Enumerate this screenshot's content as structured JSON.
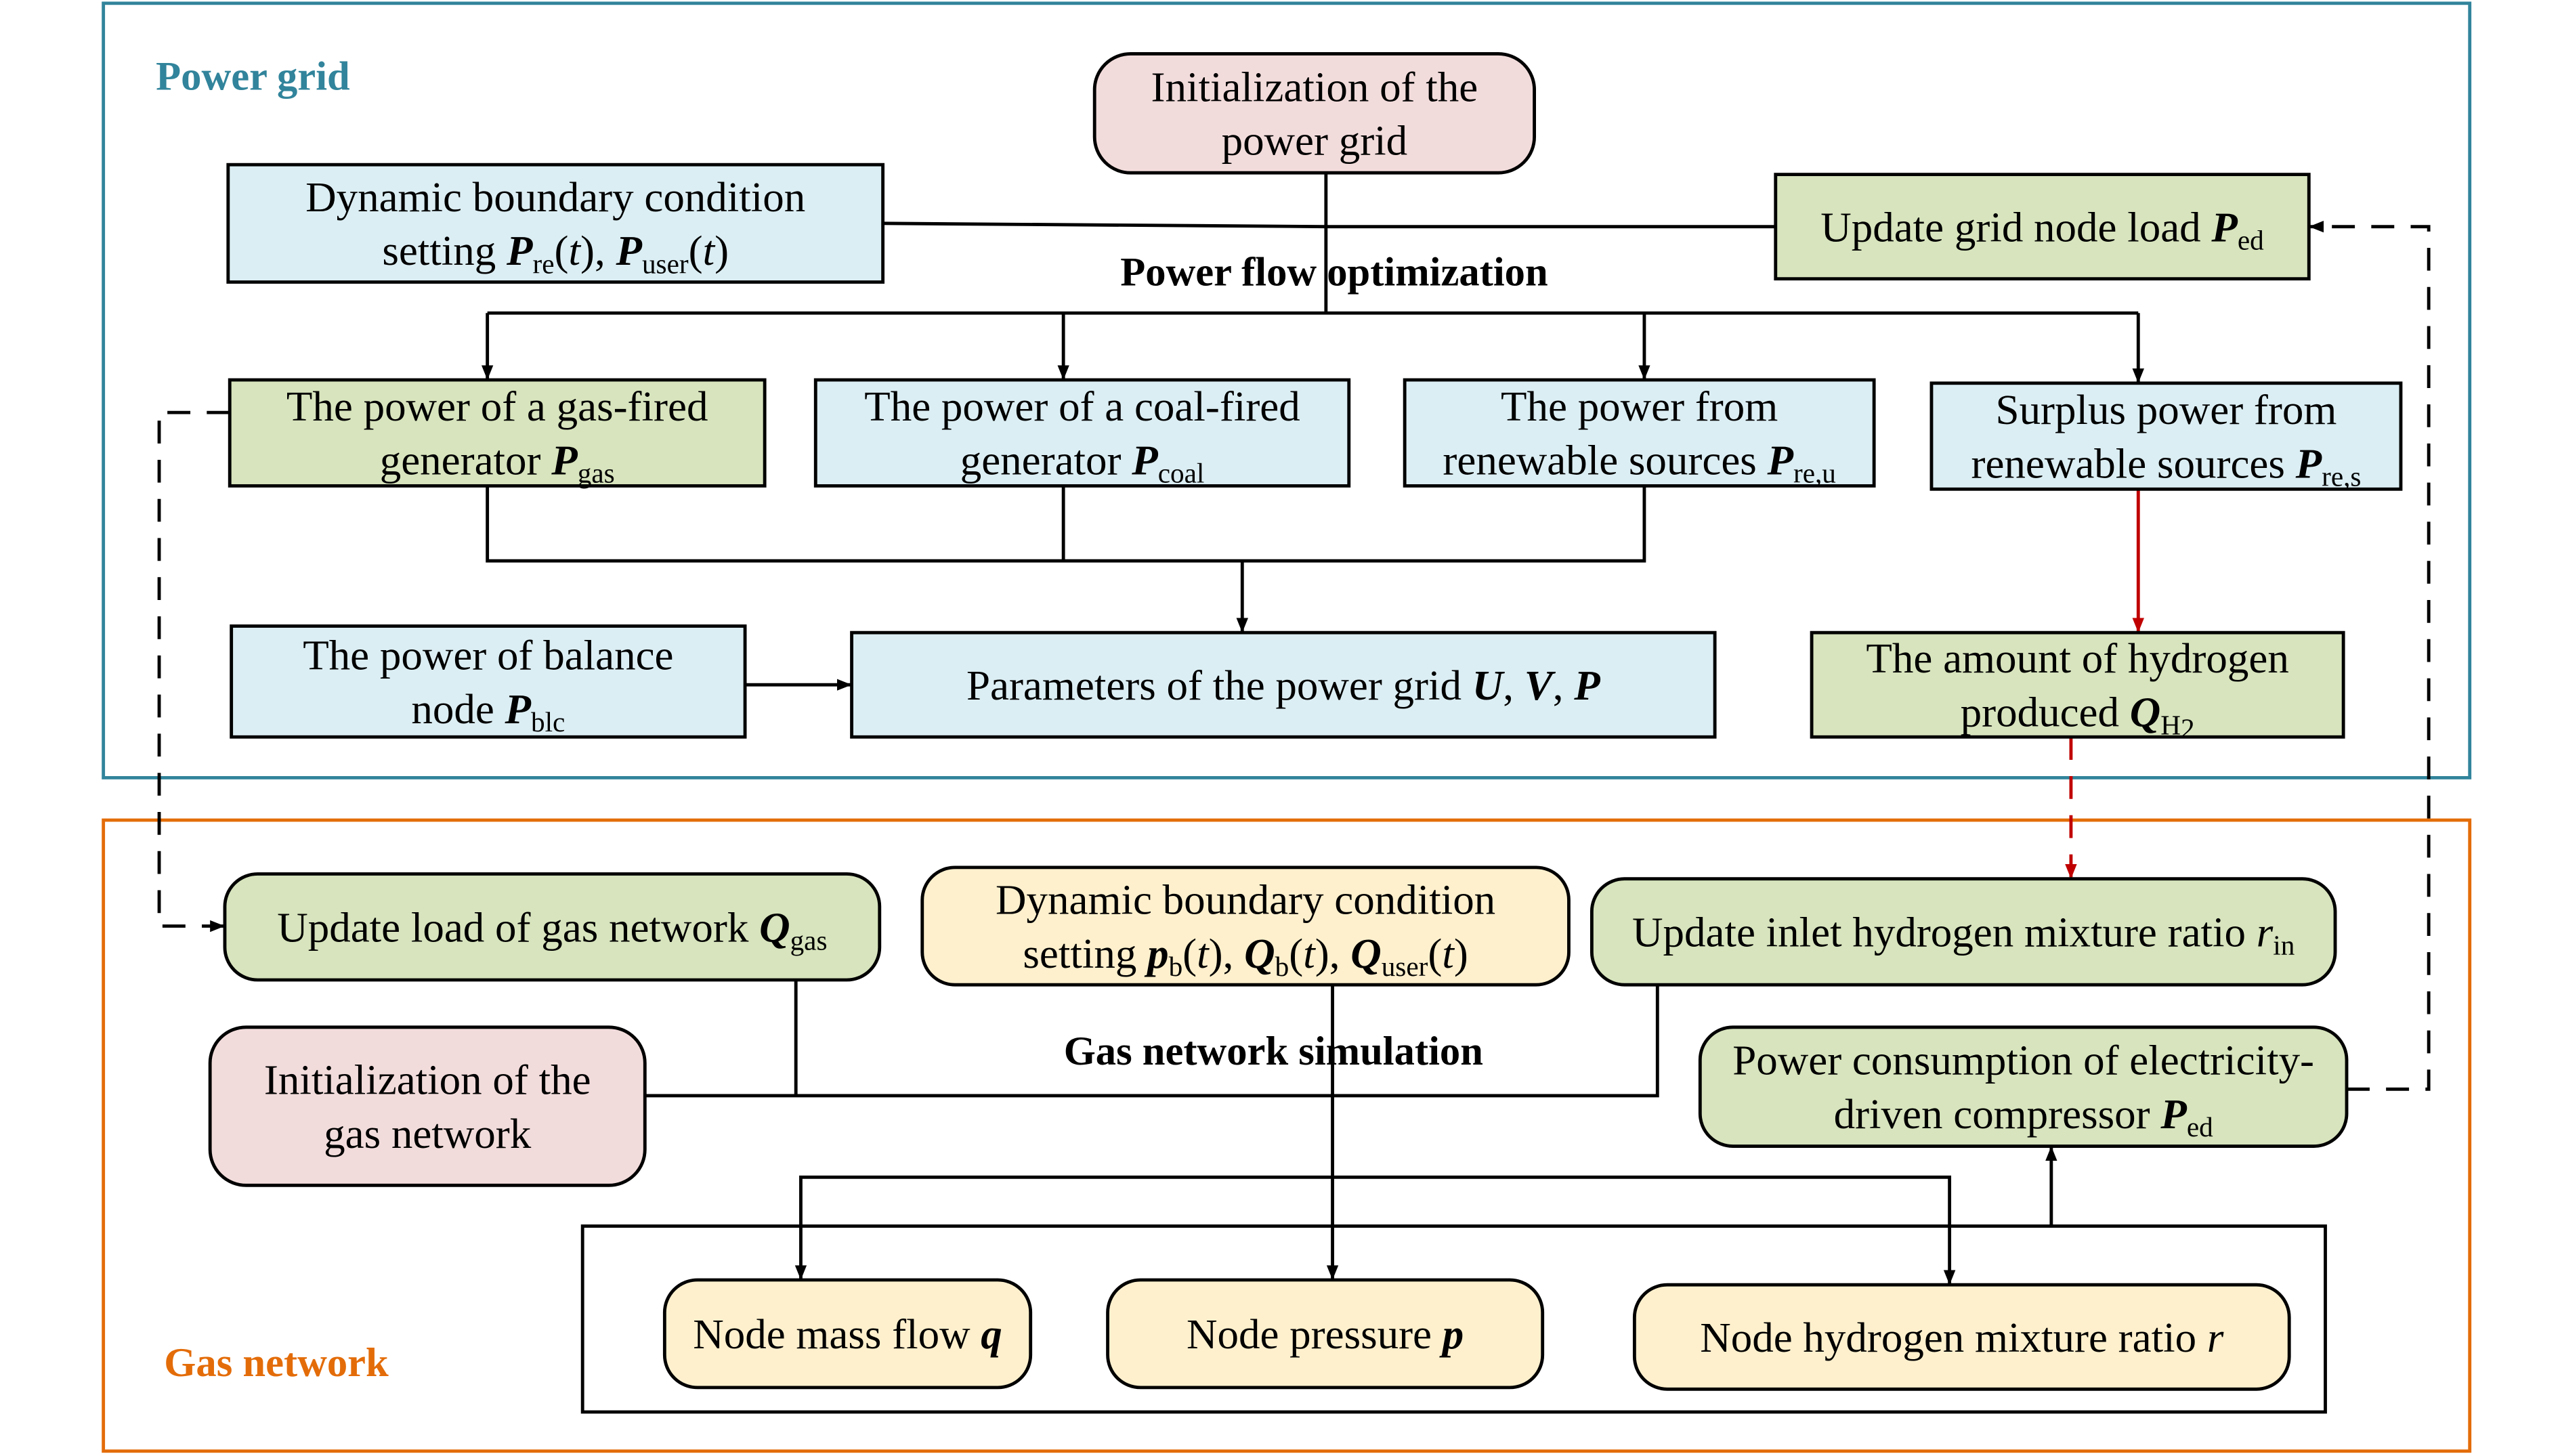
{
  "sections": {
    "power_grid": {
      "label": "Power grid",
      "color": "#31849b",
      "process_title": "Power flow optimization"
    },
    "gas_network": {
      "label": "Gas network",
      "color": "#e36c09",
      "process_title": "Gas network simulation"
    }
  },
  "colors": {
    "pink": "#f2dcdb",
    "blue": "#dbeef3",
    "green": "#d7e4bd",
    "yellow": "#fef0cd",
    "red_arrow": "#c00000",
    "stroke": "#000000"
  },
  "nodes": {
    "init_grid": {
      "lines": [
        [
          {
            "t": "Initialization of the"
          }
        ],
        [
          {
            "t": "power grid"
          }
        ]
      ]
    },
    "dyn_grid": {
      "lines": [
        [
          {
            "t": "Dynamic boundary condition"
          }
        ],
        [
          {
            "t": "setting "
          },
          {
            "t": "P",
            "v": 1
          },
          {
            "t": "re",
            "s": 1
          },
          {
            "t": "("
          },
          {
            "t": "t",
            "i": 1
          },
          {
            "t": "), "
          },
          {
            "t": "P",
            "v": 1
          },
          {
            "t": "user",
            "s": 1
          },
          {
            "t": "("
          },
          {
            "t": "t",
            "i": 1
          },
          {
            "t": ")"
          }
        ]
      ]
    },
    "update_grid_load": {
      "lines": [
        [
          {
            "t": "Update grid node load "
          },
          {
            "t": "P",
            "v": 1
          },
          {
            "t": "ed",
            "s": 1
          }
        ]
      ]
    },
    "gas_gen": {
      "lines": [
        [
          {
            "t": "The power of a gas-fired"
          }
        ],
        [
          {
            "t": "generator "
          },
          {
            "t": "P",
            "v": 1
          },
          {
            "t": "gas",
            "s": 1
          }
        ]
      ]
    },
    "coal_gen": {
      "lines": [
        [
          {
            "t": "The power of a coal-fired"
          }
        ],
        [
          {
            "t": "generator "
          },
          {
            "t": "P",
            "v": 1
          },
          {
            "t": "coal",
            "s": 1
          }
        ]
      ]
    },
    "re_used": {
      "lines": [
        [
          {
            "t": "The  power from"
          }
        ],
        [
          {
            "t": "renewable sources "
          },
          {
            "t": "P",
            "v": 1
          },
          {
            "t": "re,u",
            "s": 1
          }
        ]
      ]
    },
    "re_surplus": {
      "lines": [
        [
          {
            "t": "Surplus  power from"
          }
        ],
        [
          {
            "t": "renewable sources "
          },
          {
            "t": "P",
            "v": 1
          },
          {
            "t": "re,s",
            "s": 1
          }
        ]
      ]
    },
    "balance": {
      "lines": [
        [
          {
            "t": "The power of balance"
          }
        ],
        [
          {
            "t": "node "
          },
          {
            "t": "P",
            "v": 1
          },
          {
            "t": "blc",
            "s": 1
          }
        ]
      ]
    },
    "params": {
      "lines": [
        [
          {
            "t": "Parameters of the power grid "
          },
          {
            "t": "U",
            "v": 1
          },
          {
            "t": ", "
          },
          {
            "t": "V",
            "v": 1
          },
          {
            "t": ", "
          },
          {
            "t": "P",
            "v": 1
          }
        ]
      ]
    },
    "hydrogen": {
      "lines": [
        [
          {
            "t": "The amount of hydrogen"
          }
        ],
        [
          {
            "t": "produced "
          },
          {
            "t": "Q",
            "v": 1
          },
          {
            "t": "H",
            "s": 1
          },
          {
            "t": "2",
            "ss": 1
          }
        ]
      ]
    },
    "update_gas_load": {
      "lines": [
        [
          {
            "t": "Update load of gas network "
          },
          {
            "t": "Q",
            "v": 1
          },
          {
            "t": "gas",
            "s": 1
          }
        ]
      ]
    },
    "dyn_gas": {
      "lines": [
        [
          {
            "t": "Dynamic boundary condition"
          }
        ],
        [
          {
            "t": "setting "
          },
          {
            "t": "p",
            "v": 1
          },
          {
            "t": "b",
            "s": 1
          },
          {
            "t": "("
          },
          {
            "t": "t",
            "i": 1
          },
          {
            "t": "), "
          },
          {
            "t": "Q",
            "v": 1
          },
          {
            "t": "b",
            "s": 1
          },
          {
            "t": "("
          },
          {
            "t": "t",
            "i": 1
          },
          {
            "t": "), "
          },
          {
            "t": "Q",
            "v": 1
          },
          {
            "t": "user",
            "s": 1
          },
          {
            "t": "("
          },
          {
            "t": "t",
            "i": 1
          },
          {
            "t": ")"
          }
        ]
      ]
    },
    "update_inlet": {
      "lines": [
        [
          {
            "t": "Update inlet hydrogen mixture ratio "
          },
          {
            "t": "r",
            "i": 1
          },
          {
            "t": "in",
            "s": 1
          }
        ]
      ]
    },
    "init_gas": {
      "lines": [
        [
          {
            "t": "Initialization of the"
          }
        ],
        [
          {
            "t": "gas network"
          }
        ]
      ]
    },
    "compressor": {
      "lines": [
        [
          {
            "t": "Power consumption of electricity-"
          }
        ],
        [
          {
            "t": "driven compressor "
          },
          {
            "t": "P",
            "v": 1
          },
          {
            "t": "ed",
            "s": 1
          }
        ]
      ]
    },
    "mass_flow": {
      "lines": [
        [
          {
            "t": "Node mass flow "
          },
          {
            "t": "q",
            "v": 1
          }
        ]
      ]
    },
    "pressure": {
      "lines": [
        [
          {
            "t": "Node pressure "
          },
          {
            "t": "p",
            "v": 1
          }
        ]
      ]
    },
    "h2_ratio": {
      "lines": [
        [
          {
            "t": "Node hydrogen mixture ratio "
          },
          {
            "t": "r",
            "i": 1
          }
        ]
      ]
    }
  }
}
